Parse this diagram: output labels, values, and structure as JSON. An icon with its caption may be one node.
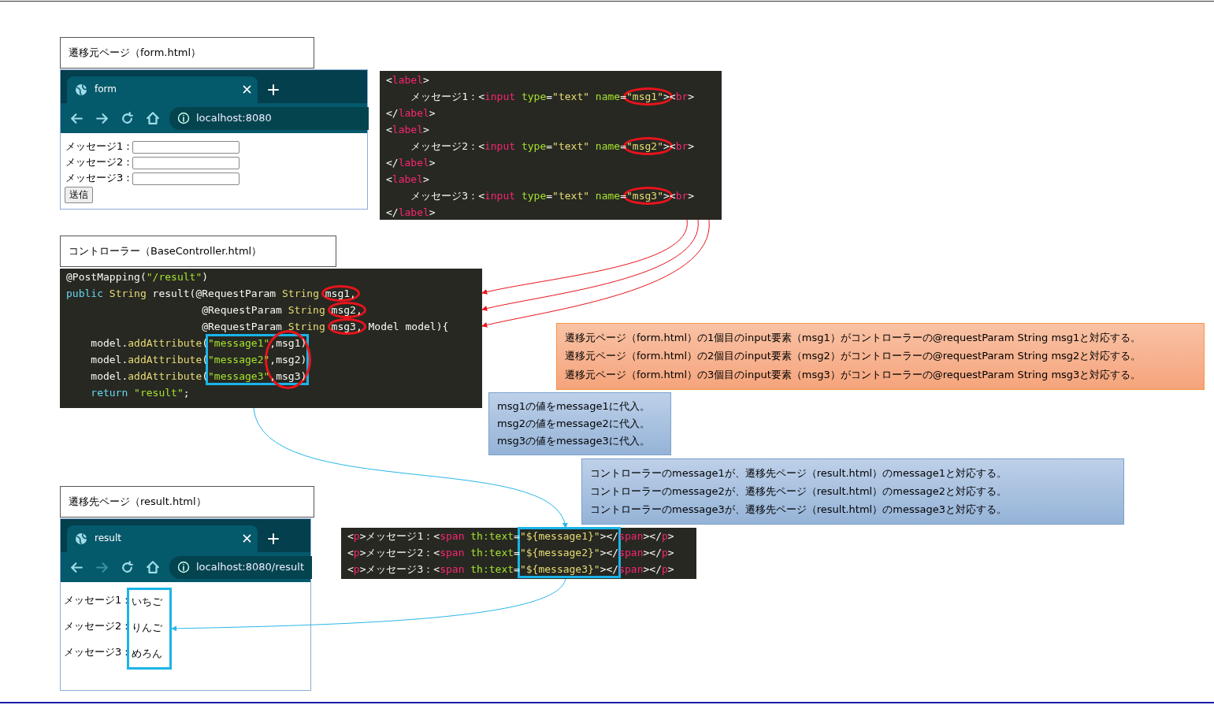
{
  "diagram": {
    "nodes": [
      {
        "text": [
          "遷移元ページ（form.html）"
        ]
      },
      {
        "text": [
          "form",
          "localhost:8080",
          "メッセージ1：",
          "メッセージ2：",
          "メッセージ3：",
          "送信"
        ]
      },
      {
        "text": [
          "<label>",
          "メッセージ1：<input type=\"text\" name=\"msg1\"><br>",
          "</label>",
          "<label>",
          "メッセージ2：<input type=\"text\" name=\"msg2\"><br>",
          "</label>",
          "<label>",
          "メッセージ3：<input type=\"text\" name=\"msg3\"><br>",
          "</label>"
        ]
      },
      {
        "text": [
          "コントローラー（BaseController.html）"
        ]
      },
      {
        "text": [
          "@PostMapping(\"/result\")",
          "public String result(@RequestParam String msg1,",
          "@RequestParam String msg2,",
          "@RequestParam String msg3, Model model){",
          "model.addAttribute(\"message1\",msg1)",
          "model.addAttribute(\"message2\",msg2)",
          "model.addAttribute(\"message3\",msg3)",
          "return \"result\";"
        ]
      },
      {
        "text": [
          "msg1の値をmessage1に代入。",
          "msg2の値をmessage2に代入。",
          "msg3の値をmessage3に代入。"
        ]
      },
      {
        "text": [
          "遷移元ページ（form.html）の1個目のinput要素（msg1）がコントローラーの@requestParam String msg1と対応する。",
          "遷移元ページ（form.html）の2個目のinput要素（msg2）がコントローラーの@requestParam String msg2と対応する。",
          "遷移元ページ（form.html）の3個目のinput要素（msg3）がコントローラーの@requestParam String msg3と対応する。"
        ]
      },
      {
        "text": [
          "コントローラーのmessage1が、遷移先ページ（result.html）のmessage1と対応する。",
          "コントローラーのmessage2が、遷移先ページ（result.html）のmessage2と対応する。",
          "コントローラーのmessage3が、遷移先ページ（result.html）のmessage3と対応する。"
        ]
      },
      {
        "text": [
          "遷移先ページ（result.html）"
        ]
      },
      {
        "text": [
          "<p>メッセージ1：<span th:text=\"${message1}\"></span></p>",
          "<p>メッセージ2：<span th:text=\"${message2}\"></span></p>",
          "<p>メッセージ3：<span th:text=\"${message3}\"></span></p>"
        ]
      },
      {
        "text": [
          "result",
          "localhost:8080/result",
          "メッセージ1：",
          "メッセージ2：",
          "メッセージ3："
        ]
      },
      {
        "text": [
          "いちご",
          "りんご",
          "めろん"
        ],
        "in": 10
      }
    ],
    "edges": [
      {
        "from": 2,
        "to": 4,
        "arrow": "to"
      },
      {
        "from": 2,
        "to": 4,
        "arrow": "to"
      },
      {
        "from": 2,
        "to": 4,
        "arrow": "to"
      },
      {
        "from": 4,
        "to": 9,
        "arrow": "to",
        "color": "#29b6e8"
      },
      {
        "from": 9,
        "to": 11,
        "arrow": "to",
        "color": "#29b6e8"
      }
    ]
  }
}
